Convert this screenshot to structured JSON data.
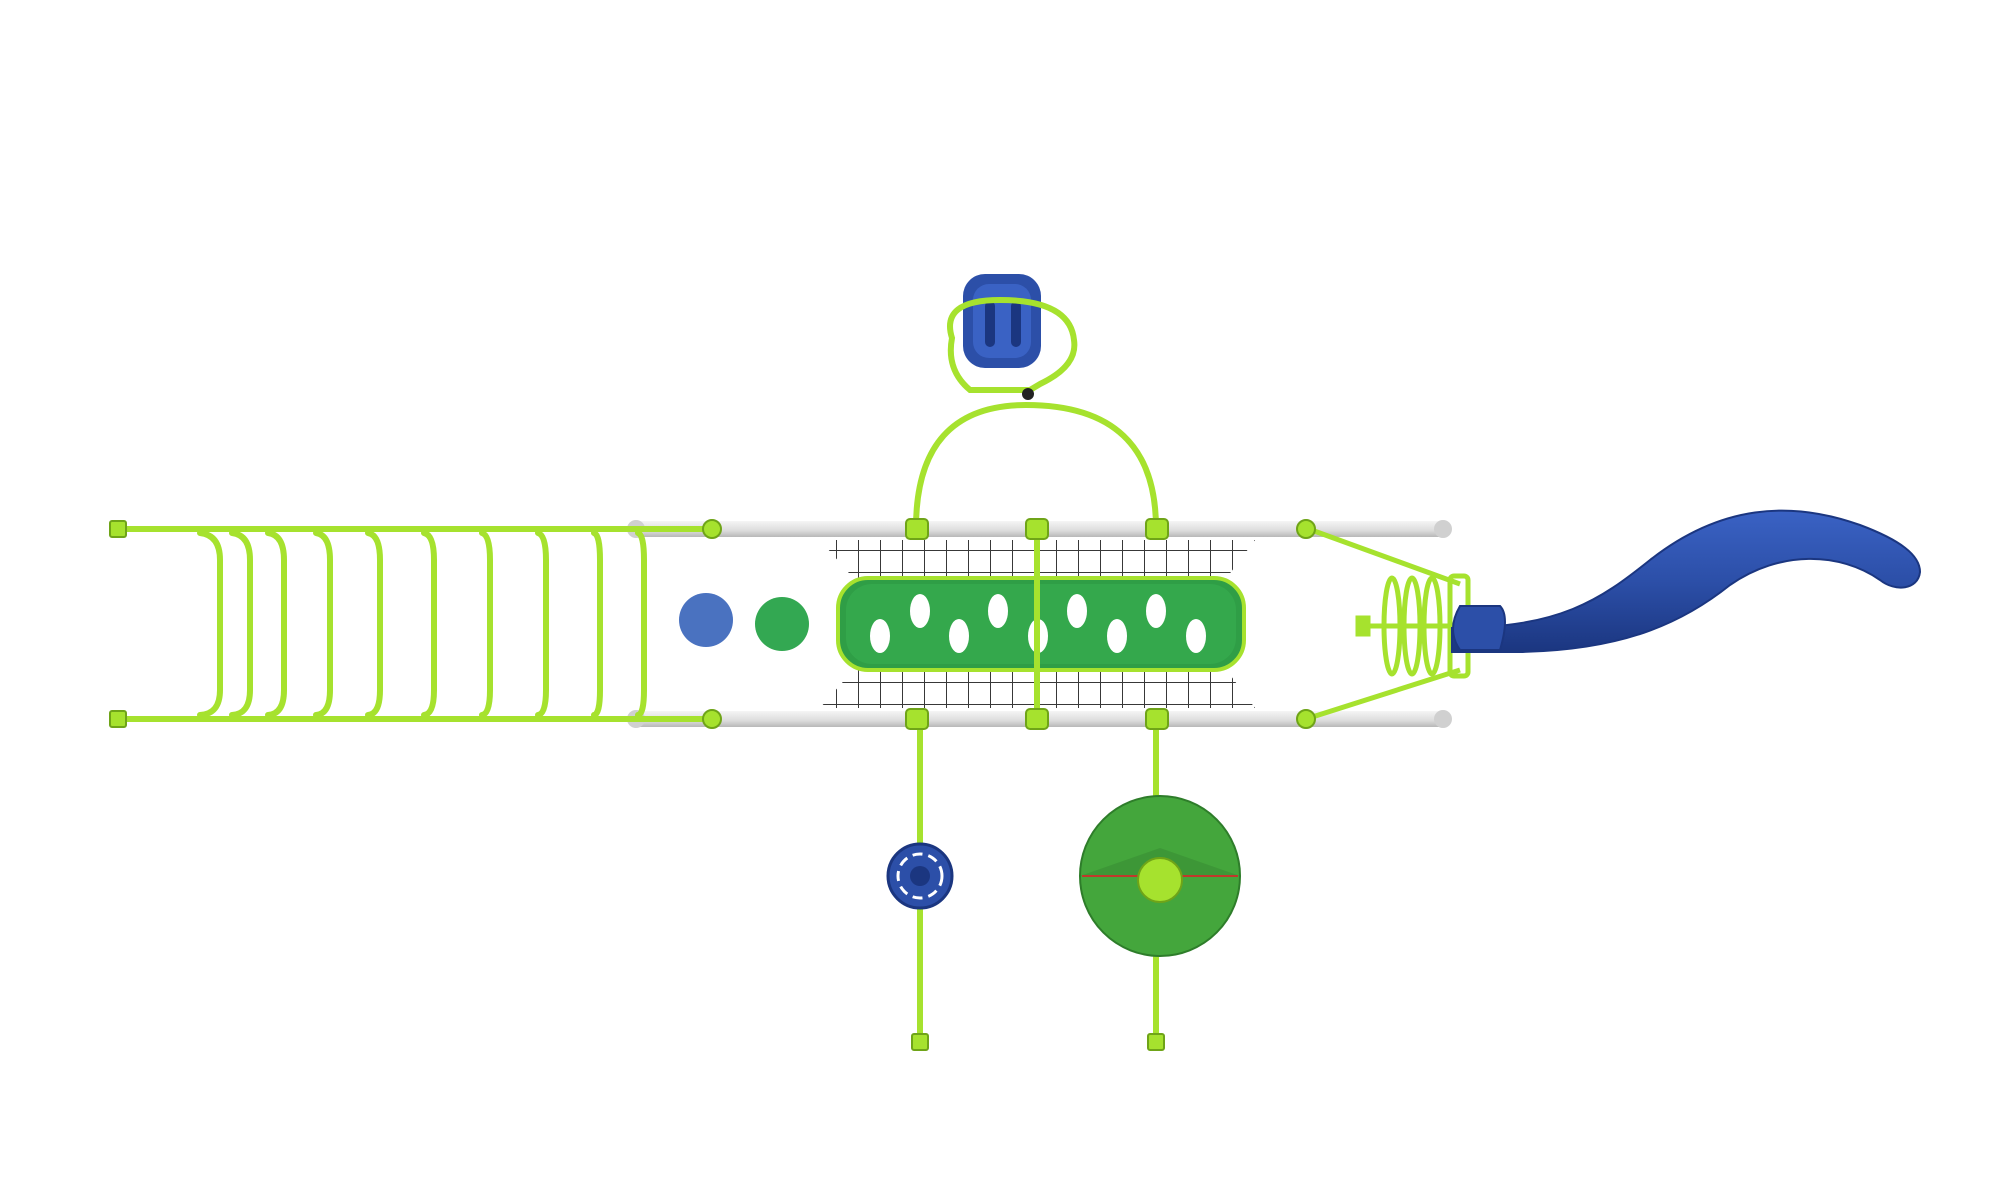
{
  "scene": {
    "description_visible_text": "",
    "colors": {
      "background": "#ffffff",
      "frame_green": "#a6e22e",
      "frame_green_dark": "#6fa418",
      "panel_green": "#2f9e46",
      "panel_green_dark": "#1f7a33",
      "slide_blue": "#2c4fa8",
      "slide_blue_dark": "#1b3680",
      "rail_grey": "#e6e6e6",
      "rail_grey_dark": "#bdbdbd",
      "net_black": "#222222",
      "disc_blue": "#4a72c0",
      "disc_green": "#33a852",
      "spinner_green": "#44a63c",
      "spinner_line": "#c0392b"
    },
    "components": [
      "ladder-bridge",
      "platform-deck",
      "climbing-net",
      "tunnel-panel",
      "arch-bar",
      "bucket-seat-swing",
      "spiral-climber",
      "wavy-slide",
      "steering-wheel",
      "spinner-disc"
    ]
  }
}
